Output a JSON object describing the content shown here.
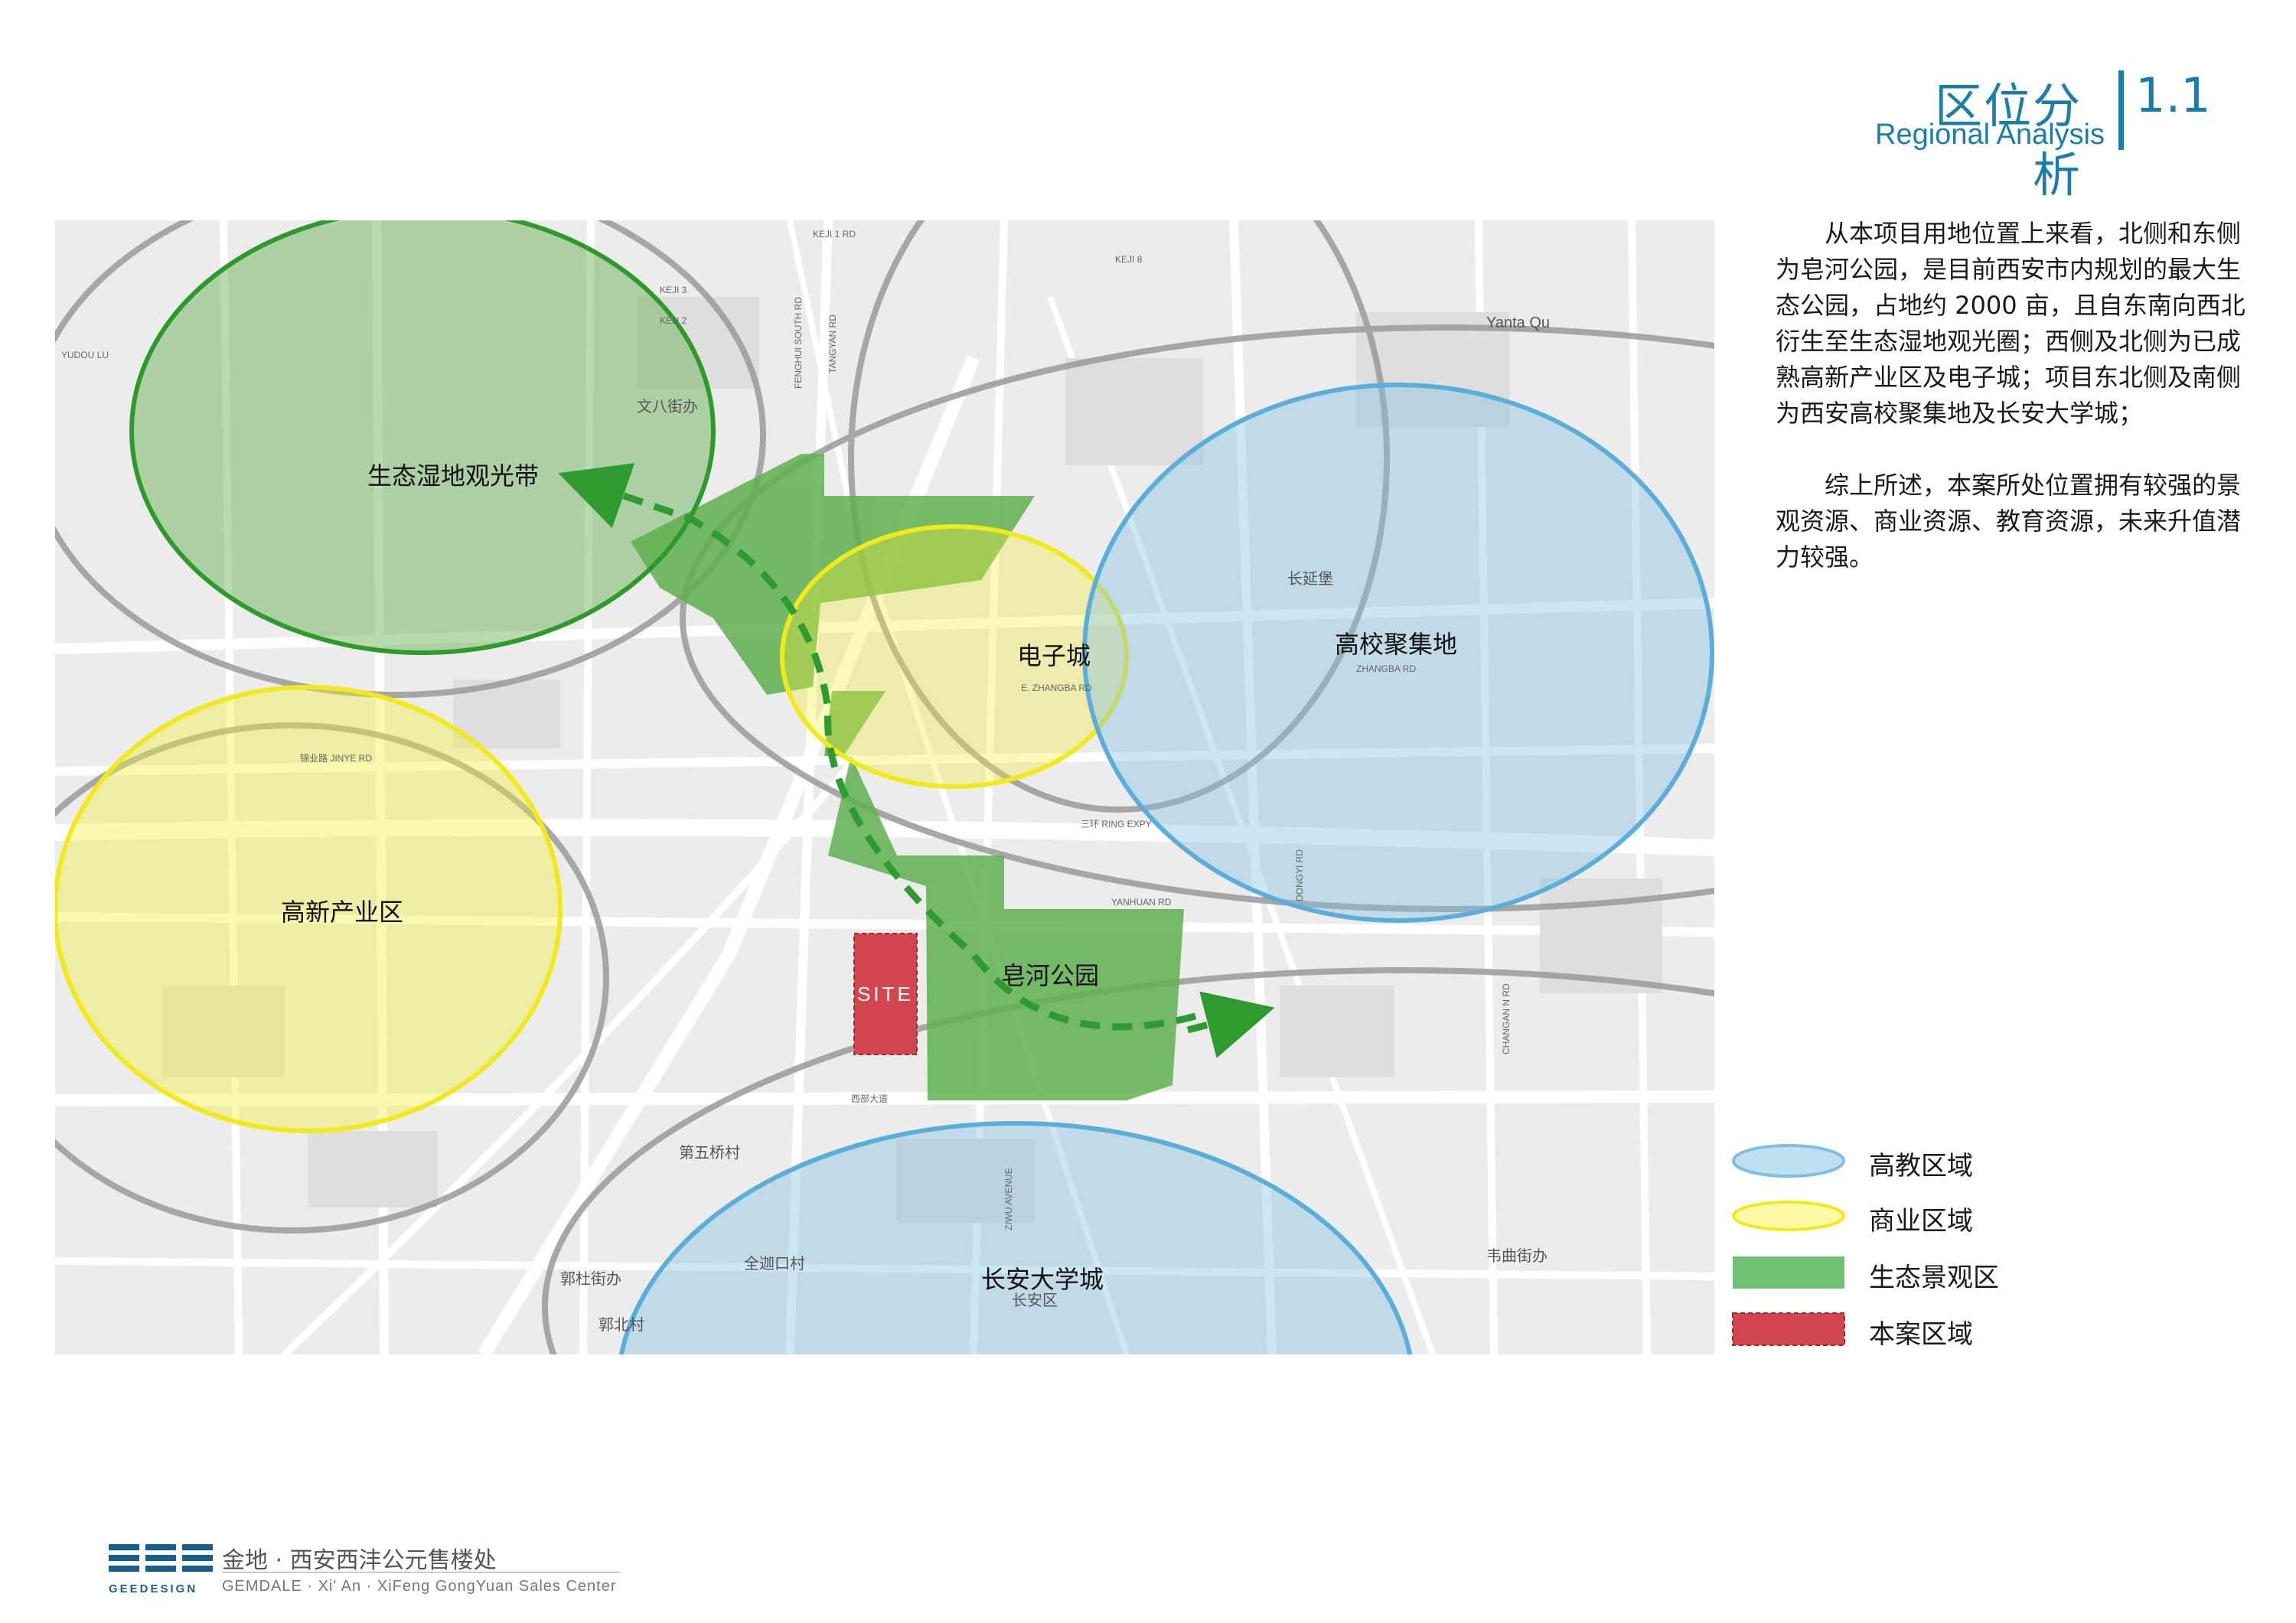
{
  "header": {
    "title_cn": "区位分析",
    "section_number": "1.1",
    "title_en": "Regional Analysis",
    "accent_color": "#1a7ea8"
  },
  "description": {
    "paragraph_1": "从本项目用地位置上来看，北侧和东侧为皂河公园，是目前西安市内规划的最大生态公园，占地约 2000 亩，且自东南向西北衍生至生态湿地观光圈；西侧及北侧为已成熟高新产业区及电子城；项目东北侧及南侧为西安高校聚集地及长安大学城；",
    "paragraph_2": "综上所述，本案所处位置拥有较强的景观资源、商业资源、教育资源，未来升值潜力较强。"
  },
  "map": {
    "zones": {
      "wetland": "生态湿地观光带",
      "high_tech": "高新产业区",
      "electronics": "电子城",
      "universities": "高校聚集地",
      "park": "皂河公园",
      "chang_an_uni": "长安大学城",
      "site": "SITE"
    },
    "place_labels": {
      "wenjiejiedao": "文八街办",
      "changyanbao": "长延堡",
      "diwuqiaocun": "第五桥村",
      "guodujiedao": "郭杜街办",
      "guobeicun": "郭北村",
      "weiqujiedao": "韦曲街办",
      "yantaqu": "Yanta Qu",
      "quanhekou": "全迦口村",
      "changanqu": "长安区"
    },
    "road_labels": {
      "keji1": "KEJI 1 RD",
      "keji2": "KEJI 2",
      "keji3": "KEJI 3",
      "keji8": "KEJI 8",
      "jinye": "锦业路 JINYE RD",
      "zhangba": "E. ZHANGBA RD",
      "ring_expy": "三环 RING EXPY",
      "yanhuan": "YANHUAN RD",
      "yudou": "YUDOU LU",
      "xibudadao": "西部大道",
      "fenghui": "FENGHUI SOUTH RD",
      "tangyan": "TANGYAN RD",
      "dongyi": "DONGYI RD",
      "ziwu": "ZIWU AVENUE",
      "changan_north": "CHANGAN N RD",
      "zhangbaroad": "ZHANGBA RD"
    },
    "colors": {
      "yellow": "#f3ef3a",
      "blue": "#7fc0e2",
      "green": "#5fb04e",
      "wetland_green": "#3aa035",
      "site_red": "#d2474f",
      "ring_gray": "#9a9a9a",
      "map_bg": "#ececec"
    }
  },
  "legend": {
    "items": [
      {
        "label": "高教区域",
        "color": "#bfe0f1",
        "border": "#7fc0e2"
      },
      {
        "label": "商业区域",
        "color": "#fbf8a6",
        "border": "#f3ef3a"
      },
      {
        "label": "生态景观区",
        "color": "#6fc074",
        "border": "#6fc074"
      },
      {
        "label": "本案区域",
        "color": "#d2474f",
        "border": "#d2474f"
      }
    ]
  },
  "footer": {
    "brand": "GEEDESIGN",
    "project_cn": "金地 · 西安西沣公元售楼处",
    "project_en": "GEMDALE · Xi' An · XiFeng GongYuan Sales Center"
  }
}
